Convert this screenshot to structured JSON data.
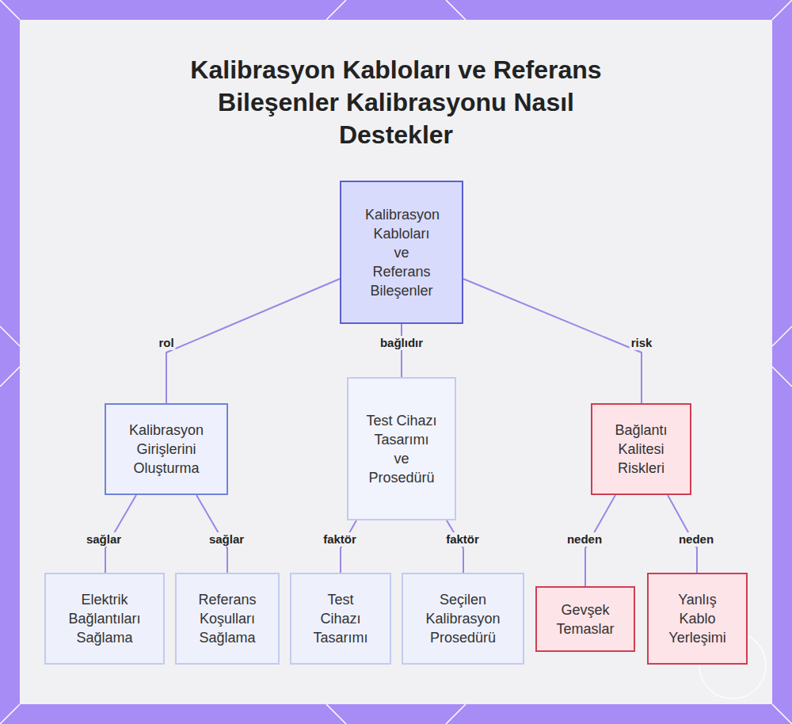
{
  "diagram": {
    "title": "Kalibrasyon Kabloları ve Referans Bileşenler Kalibrasyonu Nasıl Destekler",
    "nodes": [
      {
        "text": [
          "Kalibrasyon Kabloları ve Referans Bileşenler"
        ]
      },
      {
        "text": [
          "Kalibrasyon Girişlerini Oluşturma"
        ]
      },
      {
        "text": [
          "Test Cihazı Tasarımı ve Prosedürü"
        ]
      },
      {
        "text": [
          "Bağlantı Kalitesi Riskleri"
        ]
      },
      {
        "text": [
          "Elektrik Bağlantıları Sağlama"
        ]
      },
      {
        "text": [
          "Referans Koşulları Sağlama"
        ]
      },
      {
        "text": [
          "Test Cihazı Tasarımı"
        ]
      },
      {
        "text": [
          "Seçilen Kalibrasyon Prosedürü"
        ]
      },
      {
        "text": [
          "Gevşek Temaslar"
        ]
      },
      {
        "text": [
          "Yanlış Kablo Yerleşimi"
        ]
      }
    ],
    "edges": [
      {
        "from": 0,
        "to": 1,
        "label": "rol",
        "arrow": "none"
      },
      {
        "from": 0,
        "to": 2,
        "label": "bağlıdır",
        "arrow": "none"
      },
      {
        "from": 0,
        "to": 3,
        "label": "risk",
        "arrow": "none"
      },
      {
        "from": 1,
        "to": 4,
        "label": "sağlar",
        "arrow": "none"
      },
      {
        "from": 1,
        "to": 5,
        "label": "sağlar",
        "arrow": "none"
      },
      {
        "from": 2,
        "to": 6,
        "label": "faktör",
        "arrow": "none"
      },
      {
        "from": 2,
        "to": 7,
        "label": "faktör",
        "arrow": "none"
      },
      {
        "from": 3,
        "to": 8,
        "label": "neden",
        "arrow": "none"
      },
      {
        "from": 3,
        "to": 9,
        "label": "neden",
        "arrow": "none"
      }
    ]
  }
}
